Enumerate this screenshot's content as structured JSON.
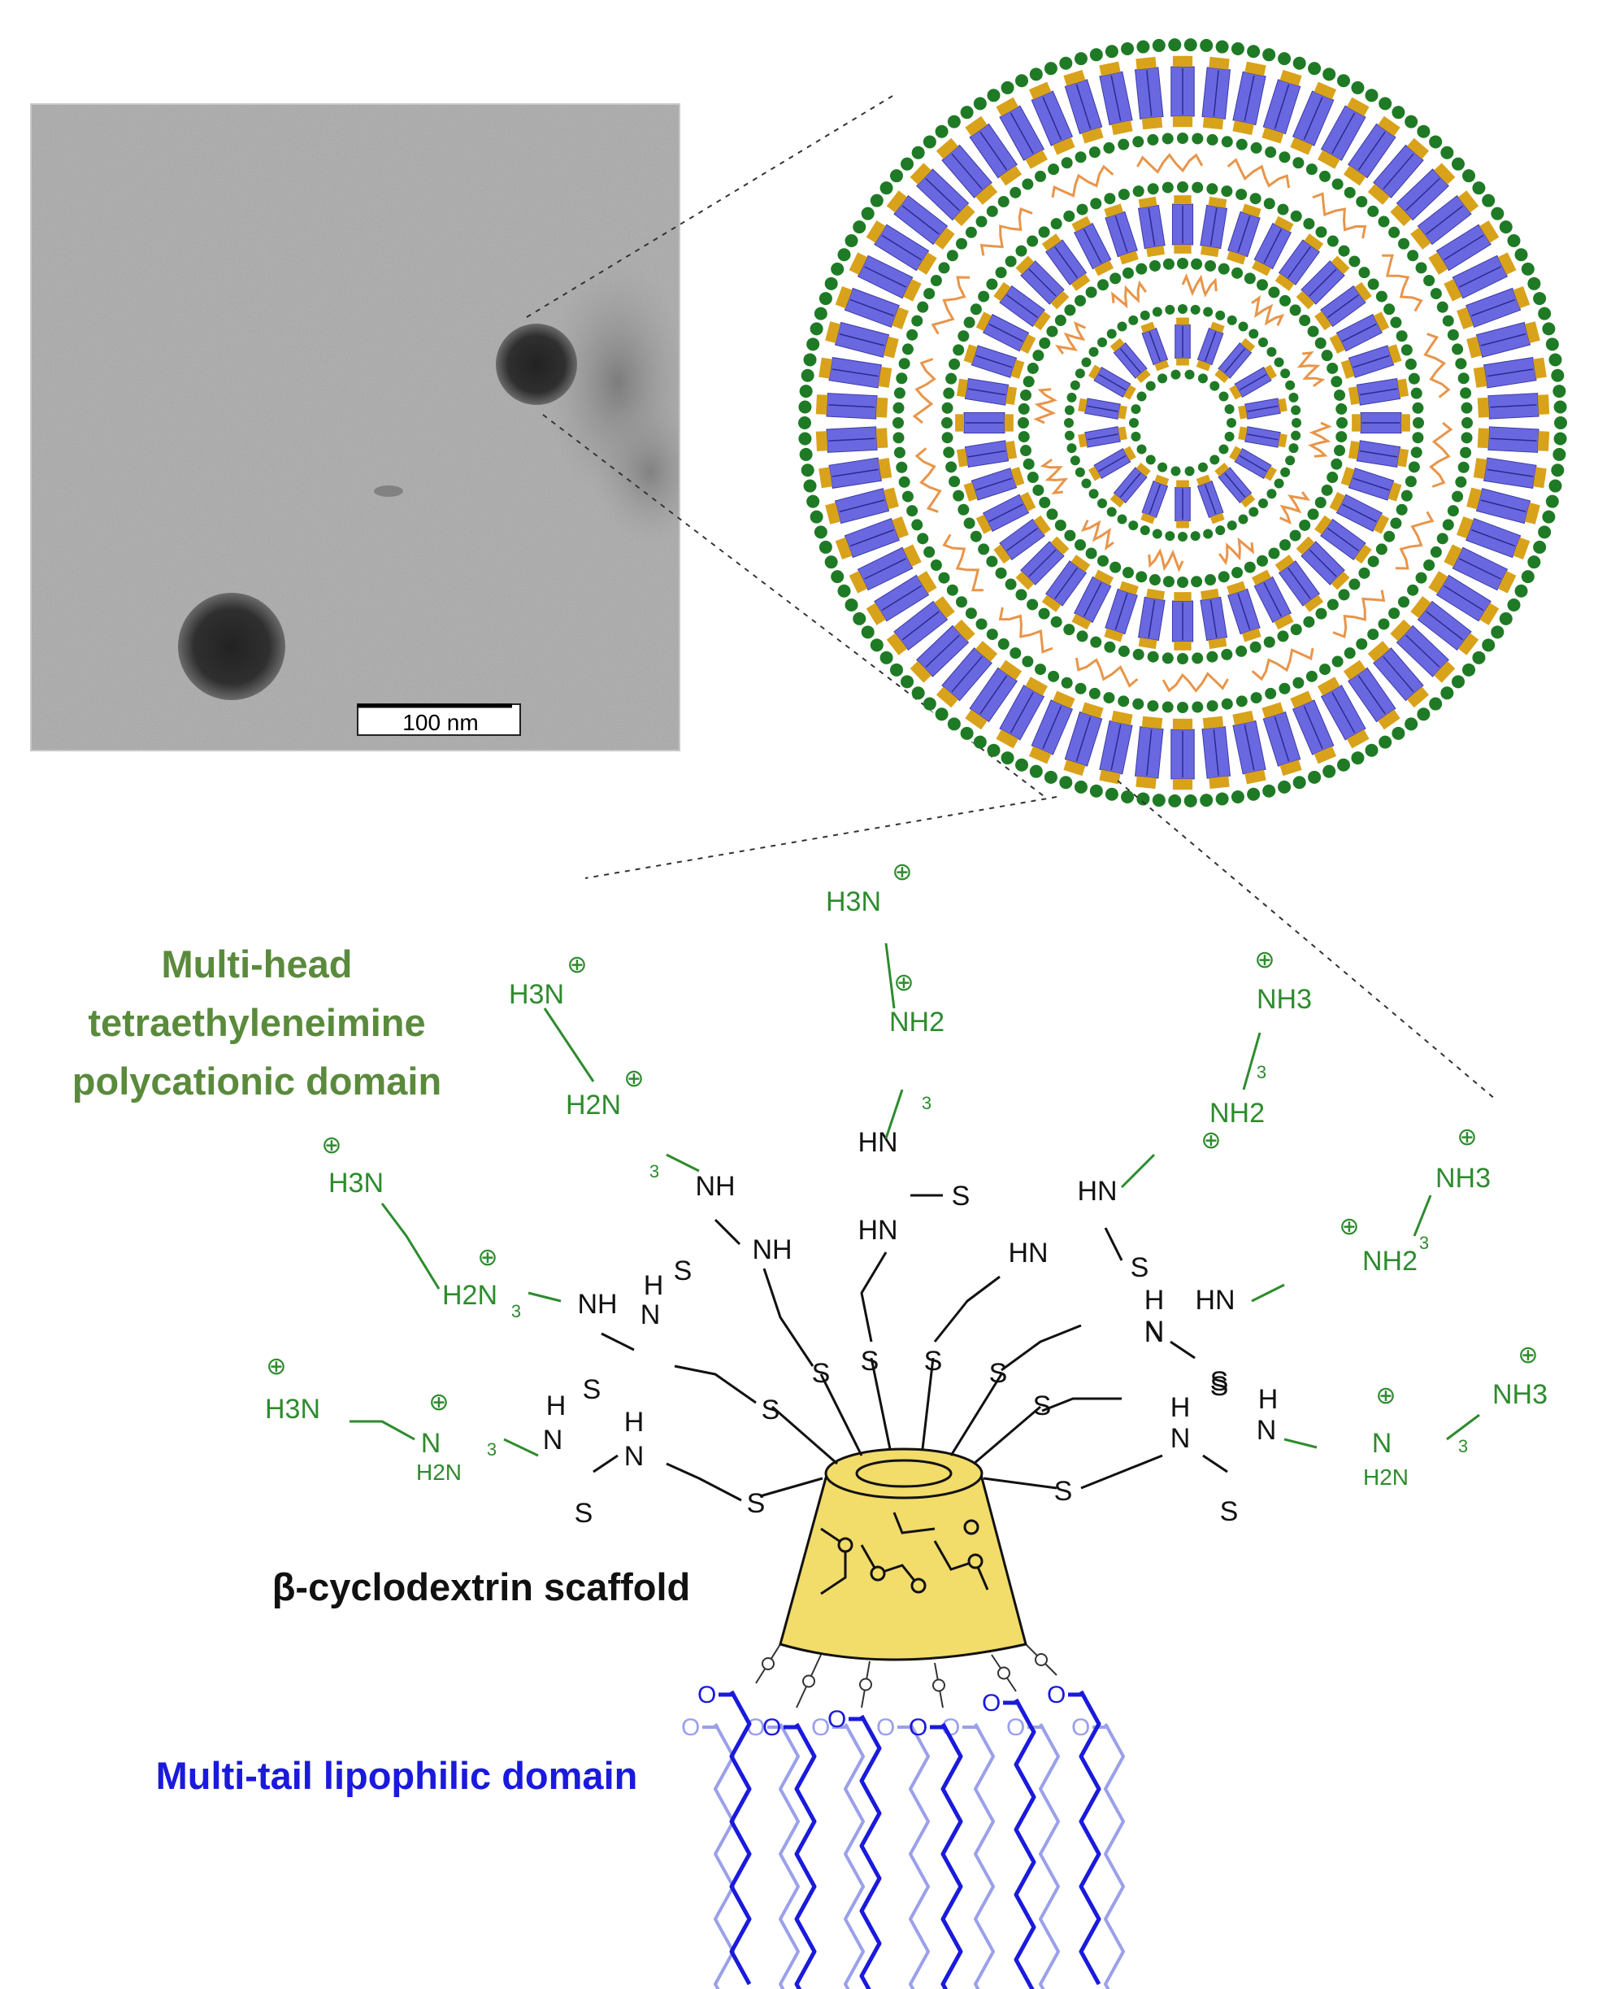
{
  "micrograph": {
    "scale_bar_label": "100 nm"
  },
  "labels": {
    "polycationic_line1": "Multi-head",
    "polycationic_line2": "tetraethyleneimine",
    "polycationic_line3": "polycationic domain",
    "scaffold": "β-cyclodextrin scaffold",
    "lipophilic": "Multi-tail lipophilic domain"
  },
  "chem": {
    "h3n": "H3N",
    "nh3": "NH3",
    "h2n": "H2N",
    "nh2": "NH2",
    "hn": "HN",
    "nh": "NH",
    "n": "N",
    "h": "H",
    "s": "S",
    "o": "O",
    "three": "3",
    "plus": "⊕"
  },
  "colors": {
    "polycationic": "#5a8a3c",
    "amine_green": "#2e8b2e",
    "scaffold": "#111111",
    "lipophilic": "#1a1adc",
    "lipophilic_faded": "#9aa0ea",
    "cd_yellow": "#f2dc6a",
    "micelle_blue": "#6a68e0",
    "micelle_green": "#1f7a25",
    "micelle_gold": "#d9a21b",
    "dna_orange": "#e8954a"
  }
}
